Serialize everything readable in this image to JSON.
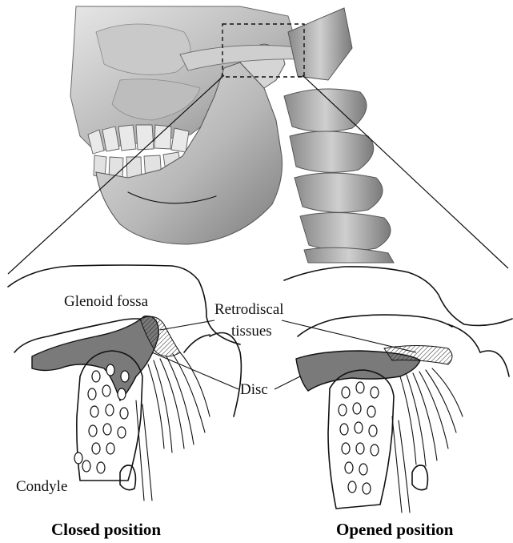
{
  "labels": {
    "glenoid_fossa": "Glenoid fossa",
    "retrodiscal_line1": "Retrodiscal",
    "retrodiscal_line2": "tissues",
    "disc": "Disc",
    "condyle": "Condyle"
  },
  "captions": {
    "closed": "Closed position",
    "opened": "Opened position"
  },
  "colors": {
    "skull_light": "#dcdcdc",
    "skull_mid": "#a9a9a9",
    "skull_dark": "#6e6e6e",
    "disc_fill": "#7a7a7a",
    "ink": "#111111"
  }
}
